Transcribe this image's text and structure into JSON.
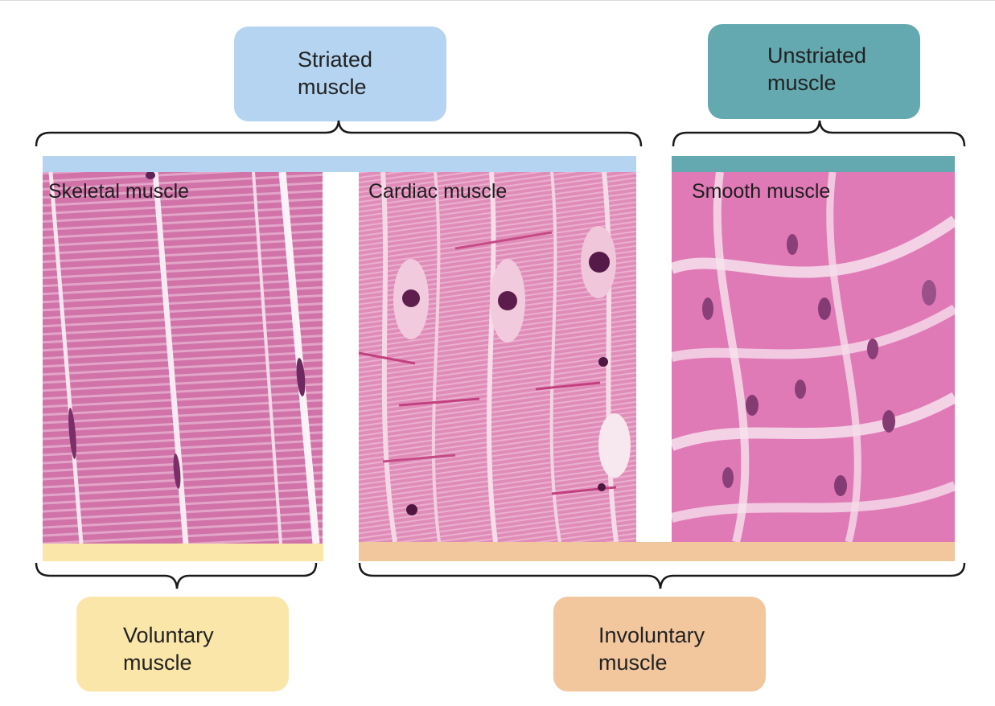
{
  "top_groups": {
    "striated": {
      "label": "Striated\nmuscle",
      "color": "#b4d4f1"
    },
    "unstriated": {
      "label": "Unstriated\nmuscle",
      "color": "#64a8b0"
    }
  },
  "bottom_groups": {
    "voluntary": {
      "label": "Voluntary\nmuscle",
      "color": "#fbe6aa"
    },
    "involuntary": {
      "label": "Involuntary\nmuscle",
      "color": "#f3c79e"
    }
  },
  "panels": {
    "skeletal": {
      "label": "Skeletal muscle"
    },
    "cardiac": {
      "label": "Cardiac muscle"
    },
    "smooth": {
      "label": "Smooth muscle"
    }
  }
}
